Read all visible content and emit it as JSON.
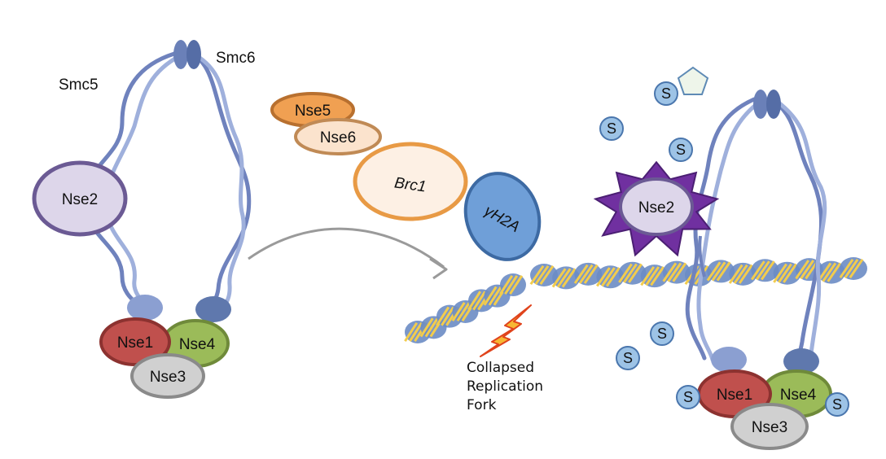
{
  "labels": {
    "smc5": "Smc5",
    "smc6": "Smc6",
    "nse1": "Nse1",
    "nse2": "Nse2",
    "nse3": "Nse3",
    "nse4": "Nse4",
    "nse5": "Nse5",
    "nse6": "Nse6",
    "brc1": "Brc1",
    "gh2a": "γH2A",
    "sumo": "S",
    "fork_line1": "Collapsed",
    "fork_line2": "Replication",
    "fork_line3": "Fork"
  },
  "colors": {
    "arm": "#6f82bd",
    "arm_light": "#9fb0dc",
    "hinge": "#5f76ad",
    "nse1_fill": "#c0504d",
    "nse1_stroke": "#8c3230",
    "nse4_fill": "#9bbb59",
    "nse4_stroke": "#6f8a3a",
    "nse3_fill": "#d0d0d0",
    "nse3_stroke": "#8a8a8a",
    "nse2_fill": "#ddd6ea",
    "nse2_stroke": "#6b5a94",
    "nse5_fill": "#f0a052",
    "nse5_stroke": "#b8702f",
    "nse6_fill": "#fbe3cd",
    "nse6_stroke": "#c08a55",
    "brc1_fill": "#fdf0e4",
    "brc1_stroke": "#e89a45",
    "gh2a_fill": "#6f9fd8",
    "gh2a_stroke": "#3d6aa3",
    "sumo_fill": "#9dc3e6",
    "sumo_stroke": "#4a76ad",
    "star_fill": "#7030a0",
    "pentagon_fill": "#eef5ea",
    "pentagon_stroke": "#5e8ab5",
    "dna_blue": "#6b8cc4",
    "dna_yellow": "#f2cc4d",
    "arrow": "#9a9a9a",
    "lightning_fill": "#f7b733",
    "lightning_stroke": "#e0431c"
  }
}
